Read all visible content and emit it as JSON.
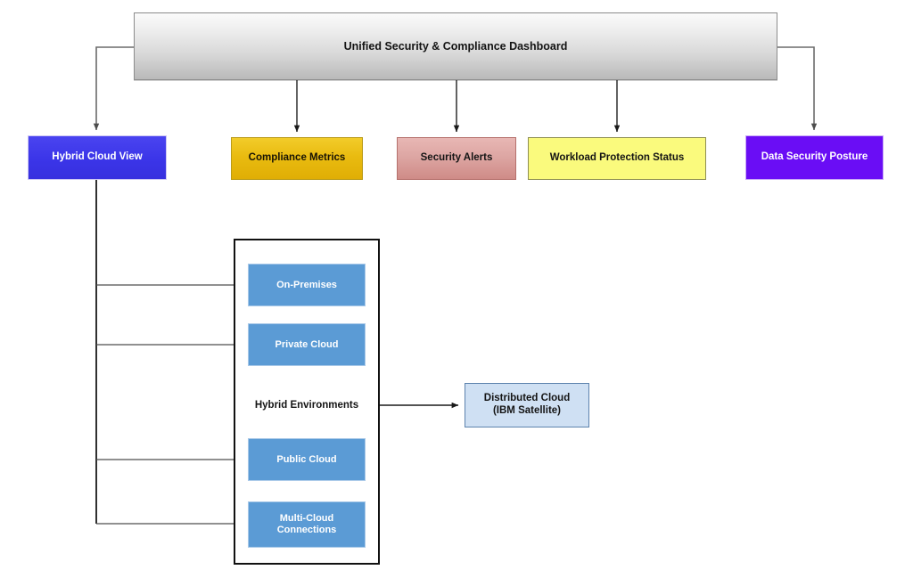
{
  "diagram": {
    "title": "Unified Security & Compliance Dashboard",
    "banner": {
      "label": "Unified Security & Compliance Dashboard",
      "fill_start": "#fbfbfb",
      "fill_end": "#b9b9b9",
      "text_color": "#141414"
    },
    "categories": [
      {
        "id": "hybrid-cloud-view",
        "label": "Hybrid Cloud View",
        "fill": "#3b35e8",
        "text_color": "#ffffff",
        "border": "#cdc7f3"
      },
      {
        "id": "compliance-metrics",
        "label": "Compliance Metrics",
        "fill": "#e9bb10",
        "text_color": "#181405",
        "border": "#b99a18"
      },
      {
        "id": "security-alerts",
        "label": "Security Alerts",
        "fill": "#dda6a3",
        "text_color": "#151515",
        "border": "#b5706c"
      },
      {
        "id": "workload-protection-status",
        "label": "Workload Protection Status",
        "fill": "#fafa7d",
        "text_color": "#141414",
        "border": "#8f8f52"
      },
      {
        "id": "data-security-posture",
        "label": "Data Security Posture",
        "fill": "#6a0df5",
        "text_color": "#ffffff",
        "border": "#c9a9f7"
      }
    ],
    "group": {
      "label": "Hybrid Environments",
      "border": "#111111",
      "fill": "#ffffff",
      "members": [
        {
          "id": "on-premises",
          "label": "On-Premises",
          "fill": "#5b9bd5",
          "text_color": "#ffffff"
        },
        {
          "id": "private-cloud",
          "label": "Private Cloud",
          "fill": "#5b9bd5",
          "text_color": "#ffffff"
        },
        {
          "id": "public-cloud",
          "label": "Public Cloud",
          "fill": "#5b9bd5",
          "text_color": "#ffffff"
        },
        {
          "id": "multi-cloud-connections",
          "label_line1": "Multi-Cloud",
          "label_line2": "Connections",
          "fill": "#5b9bd5",
          "text_color": "#ffffff"
        }
      ]
    },
    "distributed_cloud": {
      "id": "distributed-cloud",
      "label_line1": "Distributed Cloud",
      "label_line2": "(IBM Satellite)",
      "fill": "#cfe0f3",
      "text_color": "#141414",
      "border": "#5d83ad"
    },
    "edge_color": "#4d4d4d",
    "edge_color_dark": "#1a1a1a"
  }
}
